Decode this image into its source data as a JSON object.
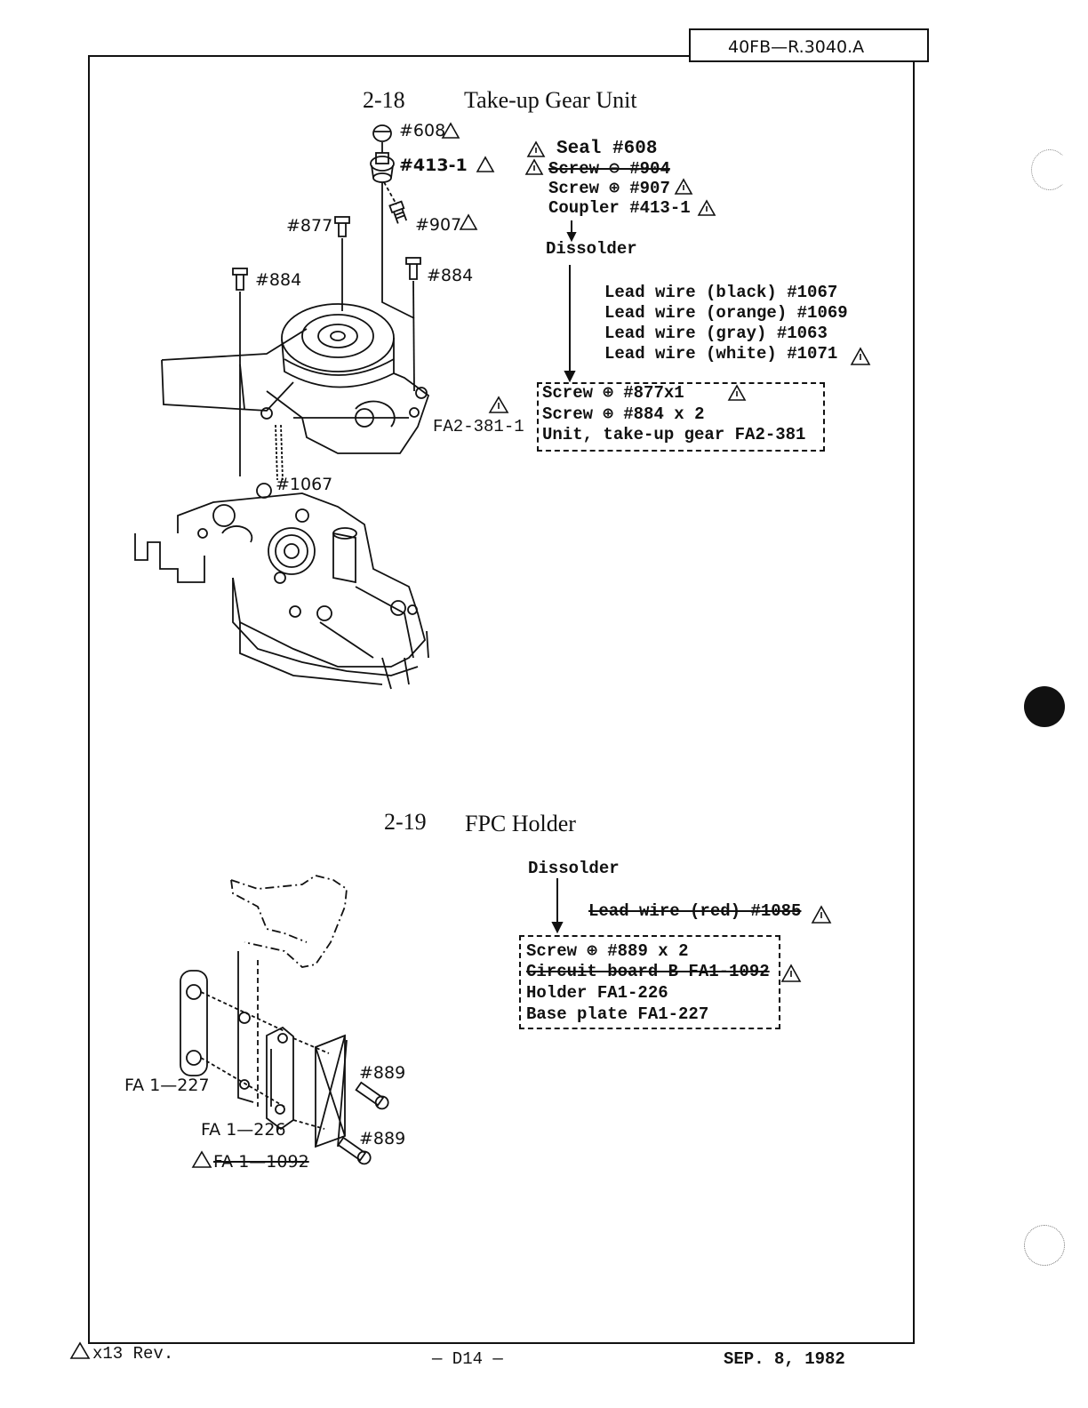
{
  "document_number": "40FB—R.3040.A",
  "section_2_18": {
    "number": "2-18",
    "title": "Take-up Gear Unit",
    "steps": {
      "seal": "Seal  #608",
      "screw_struck": "Screw ⊖ #904",
      "screw": "Screw ⊕ #907",
      "coupler": "Coupler #413-1",
      "dissolder": "Dissolder"
    },
    "lead_wires": [
      "Lead wire (black) #1067",
      "Lead wire (orange) #1069",
      "Lead wire (gray) #1063",
      "Lead wire (white) #1071"
    ],
    "box_items": [
      "Screw ⊕ #877x1",
      "Screw ⊕ #884 x 2",
      "Unit, take-up gear FA2-381"
    ],
    "fa_label": "FA2-381-1",
    "callouts": {
      "c608": "#608",
      "c413": "#413-1",
      "c877": "#877",
      "c907": "#907",
      "c884_left": "#884",
      "c884_right": "#884",
      "c1067": "#1067"
    }
  },
  "section_2_19": {
    "number": "2-19",
    "title": "FPC Holder",
    "dissolder": "Dissolder",
    "lead_wire_struck": "Lead wire (red) #1085",
    "box_items": [
      "Screw ⊕ #889 x 2",
      "Circuit board B FA1-1092",
      "Holder FA1-226",
      "Base plate FA1-227"
    ],
    "callouts": {
      "c889_top": "#889",
      "c889_bottom": "#889",
      "fa227": "FA 1—227",
      "fa226": "FA 1—226",
      "fa1092": "FA 1—1092"
    }
  },
  "footer": {
    "revision": "x13 Rev.",
    "page": "— D14 —",
    "date": "SEP. 8, 1982"
  }
}
